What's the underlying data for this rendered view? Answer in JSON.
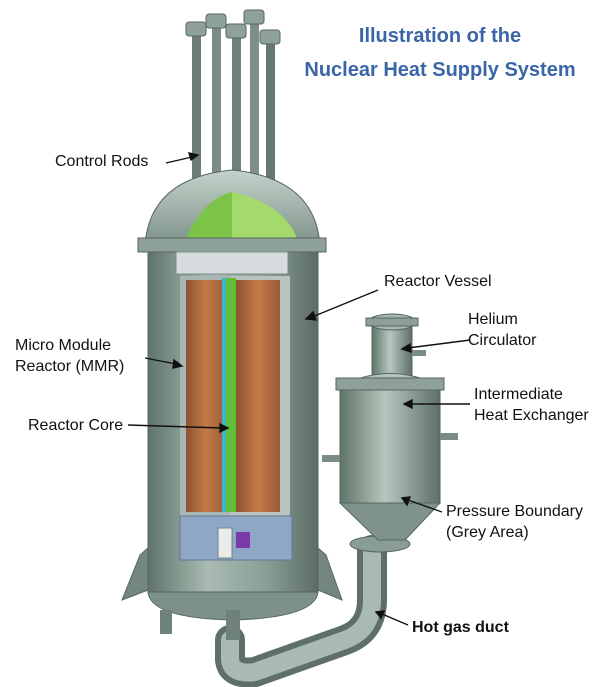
{
  "title": {
    "line1": "Illustration of the",
    "line2": "Nuclear Heat Supply System"
  },
  "labels": {
    "control_rods": "Control Rods",
    "reactor_vessel": "Reactor Vessel",
    "micro_module_line1": "Micro Module",
    "micro_module_line2": "Reactor (MMR)",
    "reactor_core": "Reactor Core",
    "helium_line1": "Helium",
    "helium_line2": "Circulator",
    "ihx_line1": "Intermediate",
    "ihx_line2": "Heat Exchanger",
    "pb_line1": "Pressure Boundary",
    "pb_line2": "(Grey Area)",
    "hot_gas_duct": "Hot gas duct"
  },
  "colors": {
    "title": "#3a66a8",
    "vessel": "#8fa39a",
    "core_copper": "#b06a3c",
    "core_green": "#5fbf3a",
    "core_cyan": "#3fb7c9",
    "core_purple": "#7a3aa8"
  }
}
